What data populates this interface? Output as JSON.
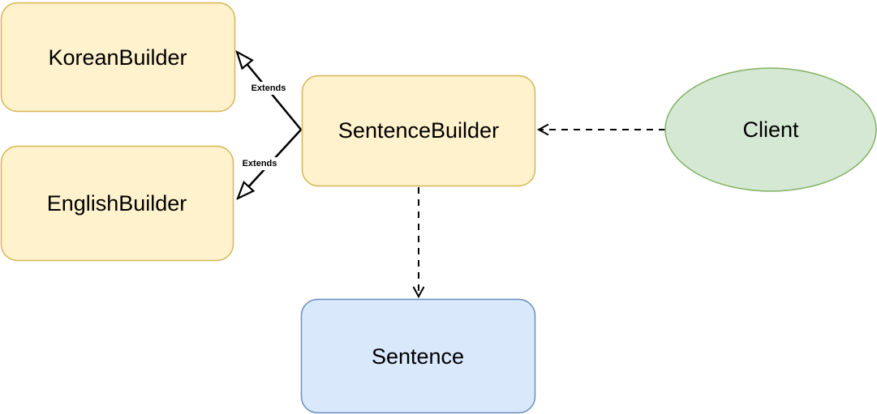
{
  "diagram": {
    "background_color": "#ffffff",
    "edge_color": "#000000",
    "nodes": {
      "korean_builder": {
        "label": "KoreanBuilder",
        "shape": "rounded-rectangle",
        "fill": "#FFF2CC",
        "stroke": "#D6B656",
        "text_color": "#000000"
      },
      "english_builder": {
        "label": "EnglishBuilder",
        "shape": "rounded-rectangle",
        "fill": "#FFF2CC",
        "stroke": "#D6B656",
        "text_color": "#000000"
      },
      "sentence_builder": {
        "label": "SentenceBuilder",
        "shape": "rounded-rectangle",
        "fill": "#FFF2CC",
        "stroke": "#D6B656",
        "text_color": "#000000"
      },
      "sentence": {
        "label": "Sentence",
        "shape": "rounded-rectangle",
        "fill": "#DAE8FC",
        "stroke": "#6C8EBF",
        "text_color": "#000000"
      },
      "client": {
        "label": "Client",
        "shape": "ellipse",
        "fill": "#D5E8D4",
        "stroke": "#82B366",
        "text_color": "#000000"
      }
    },
    "edges": {
      "extends_korean": {
        "label": "Extends",
        "type": "generalization",
        "from": "sentence_builder",
        "to": "korean_builder",
        "line_style": "solid",
        "arrowhead": "hollow-triangle"
      },
      "extends_english": {
        "label": "Extends",
        "type": "generalization",
        "from": "sentence_builder",
        "to": "english_builder",
        "line_style": "solid",
        "arrowhead": "hollow-triangle"
      },
      "client_to_sentence_builder": {
        "label": "",
        "type": "dependency",
        "from": "client",
        "to": "sentence_builder",
        "line_style": "dashed",
        "arrowhead": "open"
      },
      "sentence_builder_to_sentence": {
        "label": "",
        "type": "dependency",
        "from": "sentence_builder",
        "to": "sentence",
        "line_style": "dashed",
        "arrowhead": "open"
      }
    }
  }
}
